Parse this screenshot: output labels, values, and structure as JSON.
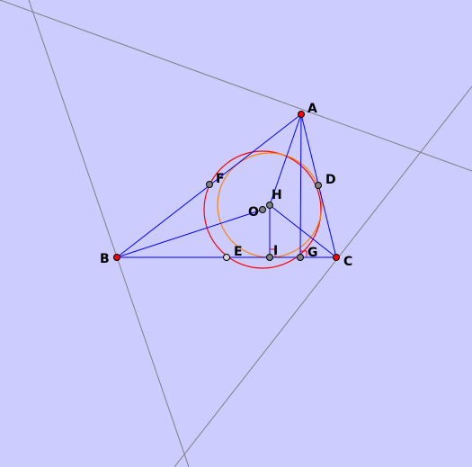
{
  "colors": {
    "background": "#ccccff",
    "construction_line": "#808080",
    "segment": "#0000ff",
    "red_circle": "#ff0000",
    "orange_circle": "#ff8000",
    "vertex_point": "#ff0000",
    "derived_point": "#808080",
    "right_angle_mark": "#ff0000"
  },
  "labels": {
    "A": "A",
    "B": "B",
    "C": "C",
    "D": "D",
    "E": "E",
    "F": "F",
    "G": "G",
    "H": "H",
    "I": "I",
    "O": "O"
  }
}
